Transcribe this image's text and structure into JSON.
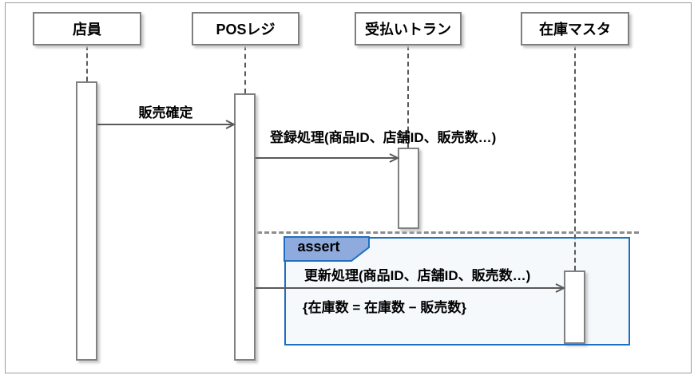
{
  "diagram": {
    "actors": [
      {
        "label": "店員"
      },
      {
        "label": "POSレジ"
      },
      {
        "label": "受払いトラン"
      },
      {
        "label": "在庫マスタ"
      }
    ],
    "messages": [
      {
        "label": "販売確定",
        "from": "店員",
        "to": "POSレジ"
      },
      {
        "label": "登録処理(商品ID、店舗ID、販売数…)",
        "from": "POSレジ",
        "to": "受払いトラン"
      },
      {
        "label": "更新処理(商品ID、店舗ID、販売数…)",
        "from": "POSレジ",
        "to": "在庫マスタ"
      }
    ],
    "fragment": {
      "operator": "assert",
      "constraint": "{在庫数 = 在庫数 − 販売数}"
    },
    "colors": {
      "fragment_border": "#1F6FC0",
      "fragment_label_fill": "#8FAADC",
      "fragment_fill": "#F5F9FC",
      "message_line": "#595959",
      "box_border": "#7F7F7F",
      "separator_line": "#8C8C8C",
      "frame_border": "#9B9B9B"
    }
  }
}
